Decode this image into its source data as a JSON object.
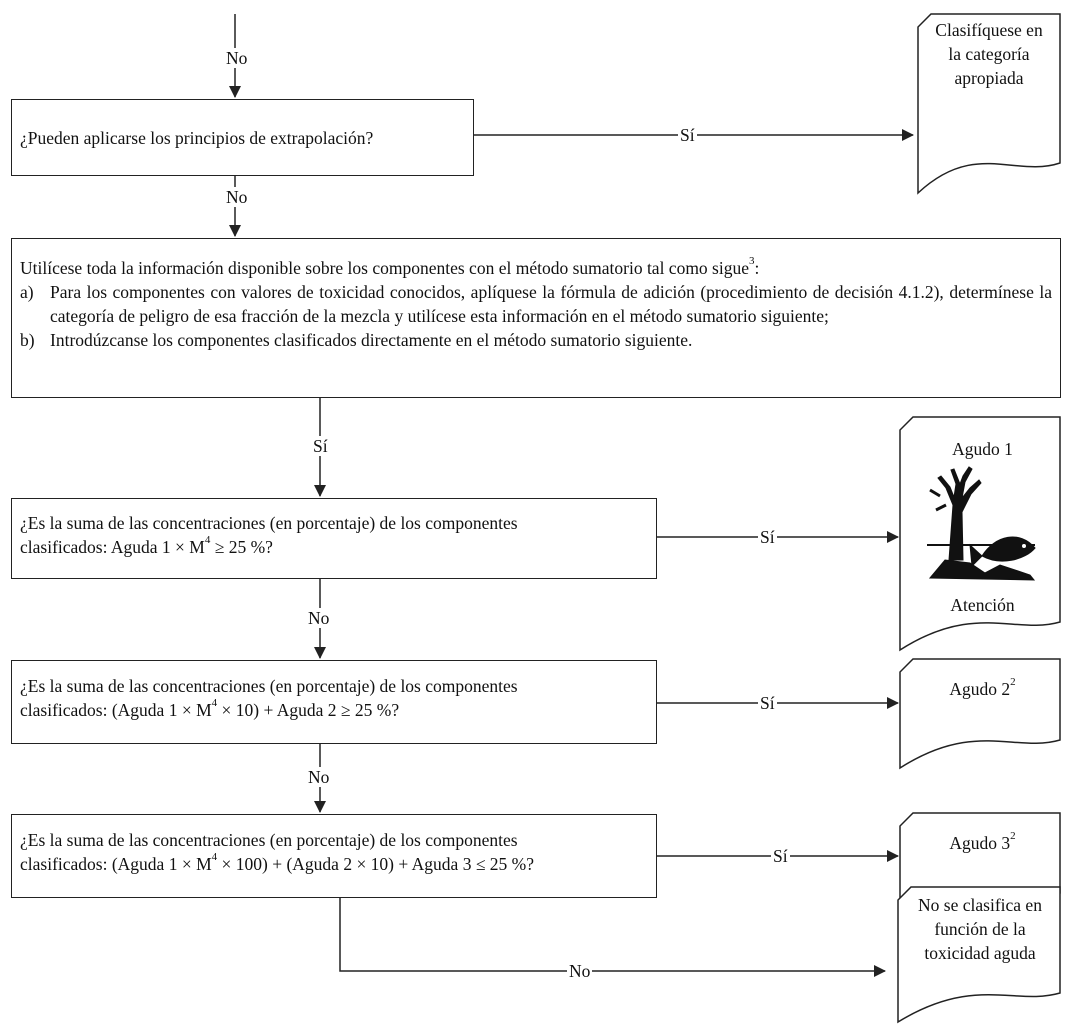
{
  "top_no_label": "No",
  "q1": {
    "text": "¿Pueden aplicarse los principios de extrapolación?",
    "yes_label": "Sí",
    "no_label": "No",
    "result": [
      "Clasifíquese en",
      "la categoría",
      "apropiada"
    ]
  },
  "main_box": {
    "intro": "Utilícese toda la información disponible sobre los componentes con el método sumatorio tal como sigue",
    "intro_sup": "3",
    "intro_end": ":",
    "items": [
      {
        "marker": "a)",
        "text": "Para los componentes con valores de toxicidad conocidos, aplíquese la fórmula de adición (procedimiento de decisión 4.1.2), determínese la categoría de peligro de esa fracción de la mezcla y utilícese esta información en el método sumatorio siguiente;"
      },
      {
        "marker": "b)",
        "text": "Introdúzcanse los componentes clasificados directamente en el método sumatorio siguiente."
      }
    ],
    "yes_label": "Sí"
  },
  "q2": {
    "line1": "¿Es la suma de las concentraciones (en porcentaje) de los componentes",
    "line2_a": "clasificados: Aguda 1 × M",
    "line2_sup": "4",
    "line2_b": " ≥ 25 %?",
    "yes_label": "Sí",
    "no_label": "No",
    "result_title": "Agudo 1",
    "result_footer": "Atención"
  },
  "q3": {
    "line1": "¿Es la suma de las concentraciones (en porcentaje) de los componentes",
    "line2_a": "clasificados: (Aguda 1 × M",
    "line2_sup": "4",
    "line2_b": " × 10) + Aguda 2  ≥ 25 %?",
    "yes_label": "Sí",
    "no_label": "No",
    "result_a": "Agudo 2",
    "result_sup": "2"
  },
  "q4": {
    "line1": "¿Es la suma de las concentraciones (en porcentaje) de los componentes",
    "line2_a": "clasificados: (Aguda 1 × M",
    "line2_sup": "4",
    "line2_b": " × 100) + (Aguda 2 × 10) + Aguda 3 ≤ 25 %?",
    "yes_label": "Sí",
    "no_label": "No",
    "result_a": "Agudo 3",
    "result_sup": "2",
    "no_result": [
      "No se clasifica en",
      "función de la",
      "toxicidad aguda"
    ]
  },
  "colors": {
    "line": "#222222",
    "background": "#ffffff"
  },
  "icons": {
    "hazard": "environment-hazard-pictogram"
  }
}
